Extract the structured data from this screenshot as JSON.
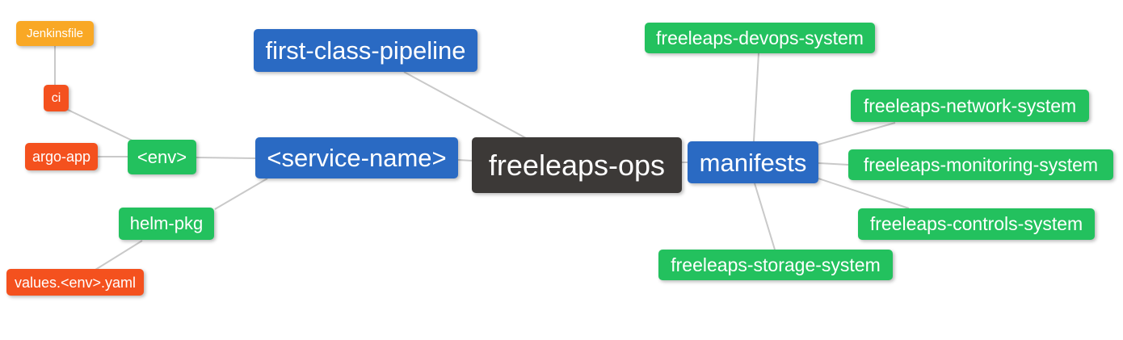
{
  "palette": {
    "blue": "#2a6ac3",
    "green": "#23c15e",
    "red": "#f4511e",
    "orange": "#f9a825",
    "dark": "#3c3937",
    "edge_line": "#c9c9c9",
    "background": "#ffffff",
    "node_text": "#ffffff"
  },
  "mindmap": {
    "type": "mindmap",
    "root": "freeleaps_ops",
    "nodes": {
      "freeleaps_ops": {
        "label": "freeleaps-ops",
        "color": "dark"
      },
      "first_class_pipeline": {
        "label": "first-class-pipeline",
        "color": "blue"
      },
      "service_name": {
        "label": "<service-name>",
        "color": "blue"
      },
      "manifests": {
        "label": "manifests",
        "color": "blue"
      },
      "env": {
        "label": "<env>",
        "color": "green"
      },
      "helm_pkg": {
        "label": "helm-pkg",
        "color": "green"
      },
      "ci": {
        "label": "ci",
        "color": "red"
      },
      "argo_app": {
        "label": "argo-app",
        "color": "red"
      },
      "jenkinsfile": {
        "label": "Jenkinsfile",
        "color": "orange"
      },
      "values_env_yaml": {
        "label": "values.<env>.yaml",
        "color": "red"
      },
      "devops_system": {
        "label": "freeleaps-devops-system",
        "color": "green"
      },
      "network_system": {
        "label": "freeleaps-network-system",
        "color": "green"
      },
      "monitoring_system": {
        "label": "freeleaps-monitoring-system",
        "color": "green"
      },
      "controls_system": {
        "label": "freeleaps-controls-system",
        "color": "green"
      },
      "storage_system": {
        "label": "freeleaps-storage-system",
        "color": "green"
      }
    },
    "edges": [
      [
        "jenkinsfile",
        "ci"
      ],
      [
        "ci",
        "env"
      ],
      [
        "argo_app",
        "env"
      ],
      [
        "env",
        "service_name"
      ],
      [
        "helm_pkg",
        "service_name"
      ],
      [
        "values_env_yaml",
        "helm_pkg"
      ],
      [
        "first_class_pipeline",
        "freeleaps_ops"
      ],
      [
        "service_name",
        "freeleaps_ops"
      ],
      [
        "freeleaps_ops",
        "manifests"
      ],
      [
        "manifests",
        "devops_system"
      ],
      [
        "manifests",
        "network_system"
      ],
      [
        "manifests",
        "monitoring_system"
      ],
      [
        "manifests",
        "controls_system"
      ],
      [
        "manifests",
        "storage_system"
      ]
    ]
  }
}
